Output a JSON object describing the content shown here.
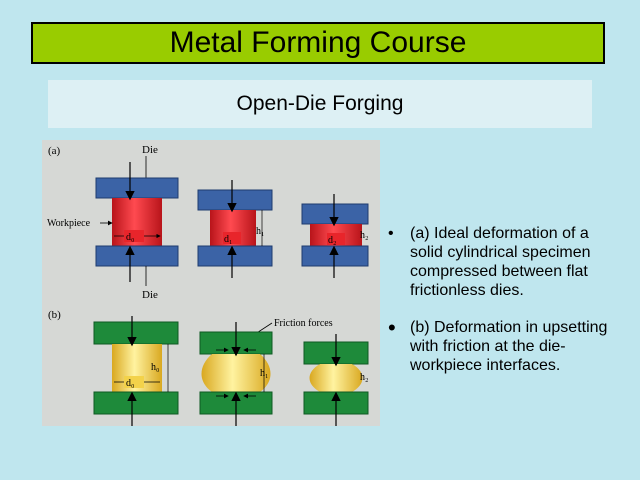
{
  "slide": {
    "title": "Metal Forming Course",
    "subtitle": "Open-Die Forging"
  },
  "figure": {
    "label_a": "(a)",
    "label_b": "(b)",
    "die_top": "Die",
    "die_bottom": "Die",
    "workpiece": "Workpiece",
    "friction": "Friction forces",
    "d0": "d₀",
    "d1": "d₁",
    "d2": "d₂",
    "h1": "h₁",
    "h2": "h₂",
    "b_h0": "h₀",
    "b_d0": "d₀",
    "b_h1": "h₁",
    "b_h2": "h₂"
  },
  "bullets": [
    {
      "marker": "•",
      "text": "(a) Ideal deformation of a solid cylindrical specimen compressed between flat frictionless dies."
    },
    {
      "marker": "•",
      "text": " (b) Deformation in upsetting with friction at the die-workpiece interfaces."
    }
  ],
  "colors": {
    "background": "#bfe6ee",
    "title_bg": "#99cc00",
    "die_a": "#3b63a6",
    "workpiece_a": "#e8252b",
    "die_b": "#1e8a3a",
    "workpiece_b": "#f3d24a"
  }
}
